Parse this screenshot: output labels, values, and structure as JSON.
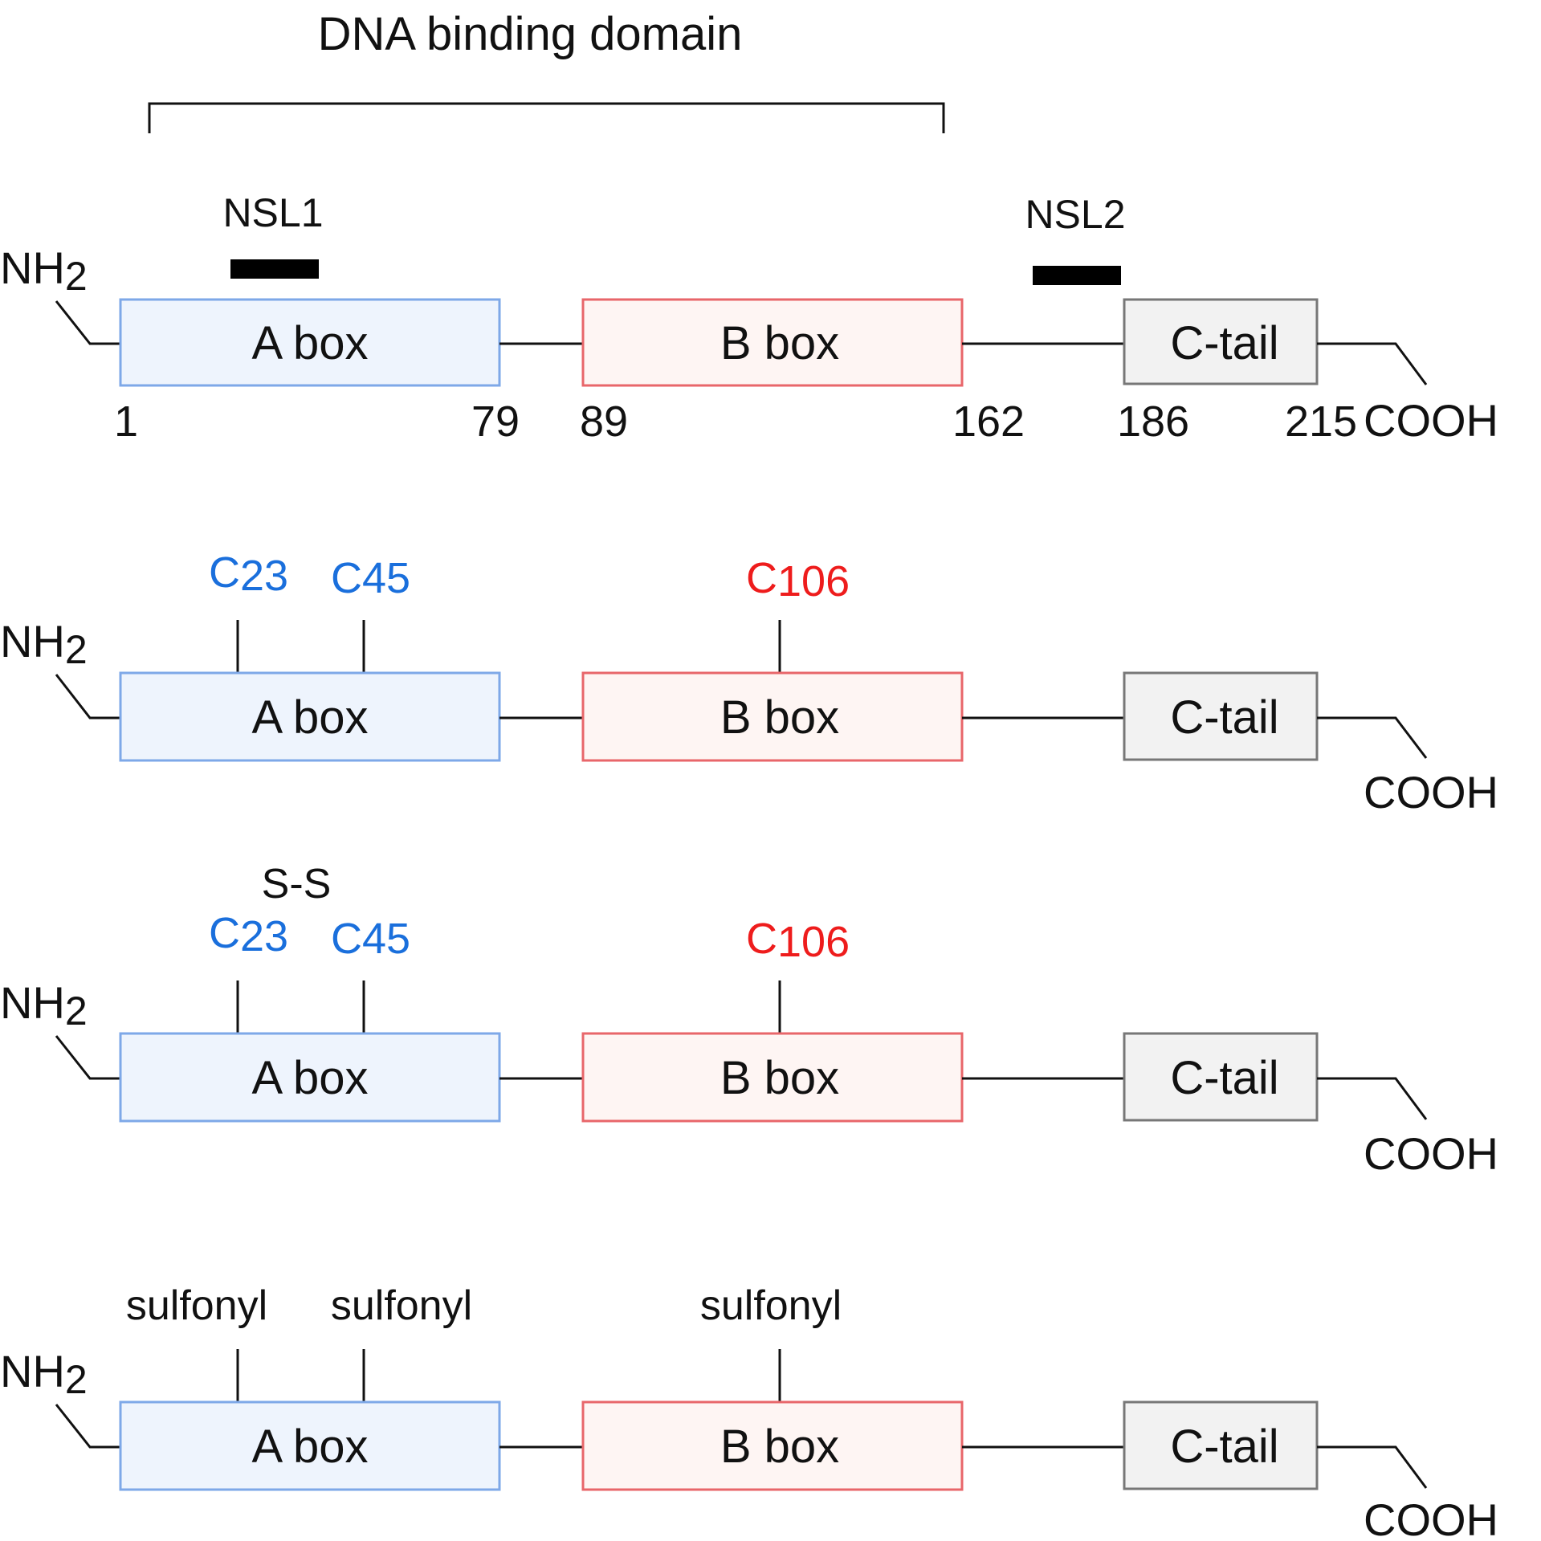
{
  "domain_label": "DNA binding domain",
  "nsl1_label": "NSL1",
  "nsl2_label": "NSL2",
  "n_terminus": "NH",
  "n_terminus_sub": "2",
  "c_terminus": "COOH",
  "boxes": {
    "a": "A box",
    "b": "B box",
    "c": "C-tail"
  },
  "positions": {
    "a_start": "1",
    "a_end": "79",
    "b_start": "89",
    "b_end": "162",
    "c_start": "186",
    "c_end": "215"
  },
  "row2": {
    "c23": {
      "letter": "C",
      "num": "23"
    },
    "c45": {
      "letter": "C",
      "num": "45"
    },
    "c106": {
      "letter": "C",
      "num": "106"
    }
  },
  "row3": {
    "bond": "S-S",
    "c23": {
      "letter": "C",
      "num": "23"
    },
    "c45": {
      "letter": "C",
      "num": "45"
    },
    "c106": {
      "letter": "C",
      "num": "106"
    }
  },
  "row4": {
    "mod1": "sulfonyl",
    "mod2": "sulfonyl",
    "mod3": "sulfonyl"
  },
  "colors": {
    "a_box_fill": "#eef4fd",
    "a_box_stroke": "#7ea8e8",
    "b_box_fill": "#fef5f3",
    "b_box_stroke": "#e8666a",
    "c_box_fill": "#f2f2f2",
    "c_box_stroke": "#777777",
    "blue_label": "#1a6fdc",
    "red_label": "#ee1c1c",
    "nsl_bar": "#000000"
  }
}
